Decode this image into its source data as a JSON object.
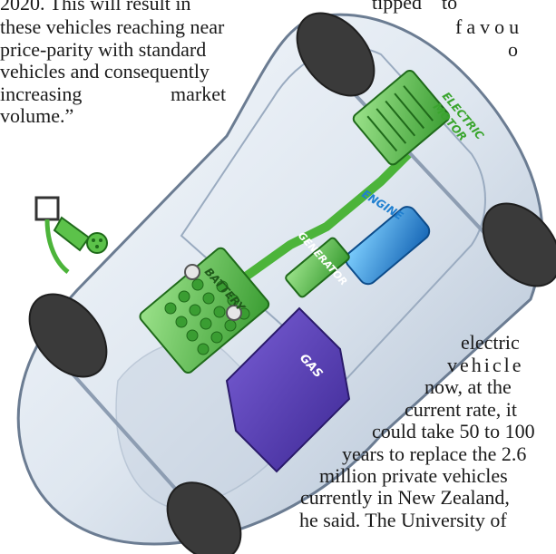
{
  "article": {
    "left_column": {
      "line_1": "2020. This will result in",
      "line_2": "these vehicles reaching near",
      "line_3": "price-parity with standard",
      "line_4": "vehicles and consequently",
      "line_5_word_1": "increasing",
      "line_5_word_2": "market",
      "line_6": "volume.”"
    },
    "right_top": {
      "line_1": "tipped    to",
      "line_2": "favou",
      "line_3": "o"
    },
    "right_bottom": {
      "line_1": "electric",
      "line_2": "vehicle",
      "line_3": "now, at the",
      "line_4": "current rate, it",
      "line_5": "could take 50 to 100",
      "line_6": "years to replace the 2.6",
      "line_7": "million private vehicles",
      "line_8": "currently in New Zealand,",
      "line_9": "he said. The University of"
    }
  },
  "illustration": {
    "labels": {
      "electric_motor_1": "ELECTRIC",
      "electric_motor_2": "MOTOR",
      "engine": "ENGINE",
      "generator": "GENERATOR",
      "battery": "BATTERY",
      "gas": "GAS"
    },
    "colors": {
      "body": "#e8eef5",
      "body_shade": "#b9c6d6",
      "green": "#5cc24a",
      "green_dark": "#2f8a2a",
      "engine_blue": "#1e8ad6",
      "gas_purple": "#5b3fb5",
      "tire": "#3a3a3a"
    },
    "icons": [
      "electric-plug-icon",
      "wall-socket-icon",
      "power-outlet-icon"
    ]
  }
}
